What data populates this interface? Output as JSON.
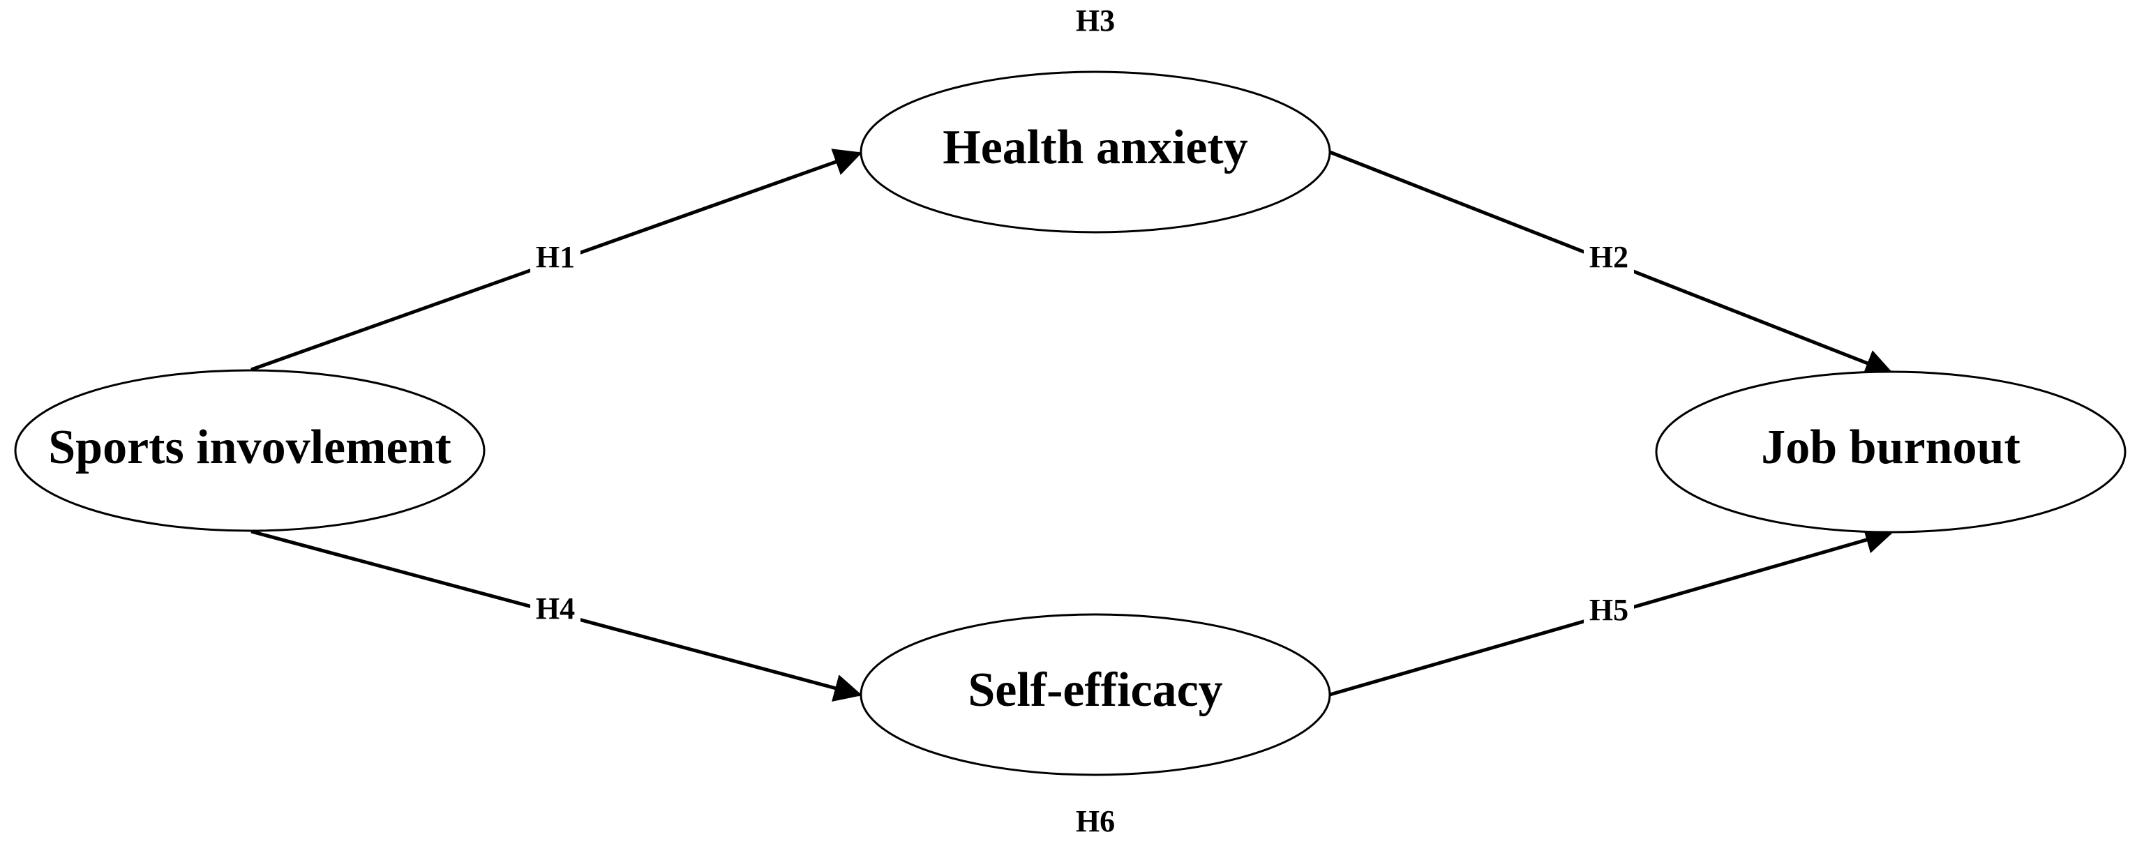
{
  "diagram": {
    "nodes": {
      "sports_involvement": "Sports invovlement",
      "health_anxiety": "Health anxiety",
      "self_efficacy": "Self-efficacy",
      "job_burnout": "Job burnout"
    },
    "edges": {
      "h1": "H1",
      "h2": "H2",
      "h4": "H4",
      "h5": "H5"
    },
    "mediation": {
      "h3": "H3",
      "h6": "H6"
    },
    "colors": {
      "stroke": "#000000",
      "fill": "#ffffff",
      "text": "#000000"
    }
  }
}
